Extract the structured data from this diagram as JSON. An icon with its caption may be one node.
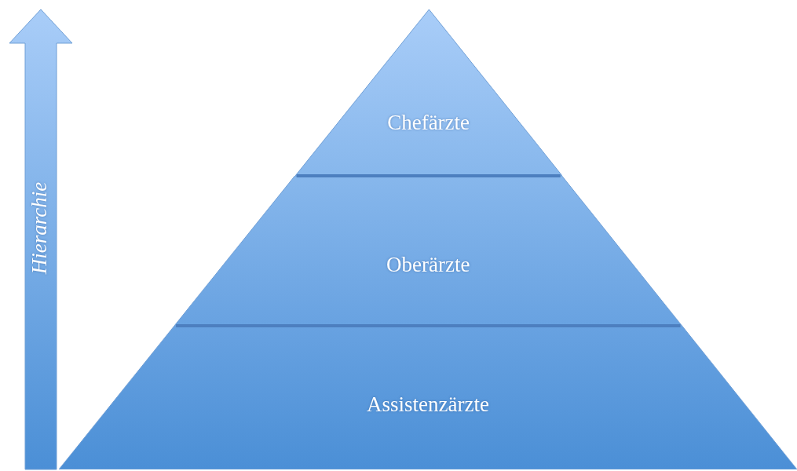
{
  "diagram": {
    "nodes": [
      {
        "text": [
          "Chefärzte"
        ]
      },
      {
        "text": [
          "Oberärzte"
        ]
      },
      {
        "text": [
          "Assistenzärzte"
        ]
      }
    ],
    "labels": [
      "Hierarchie"
    ]
  }
}
